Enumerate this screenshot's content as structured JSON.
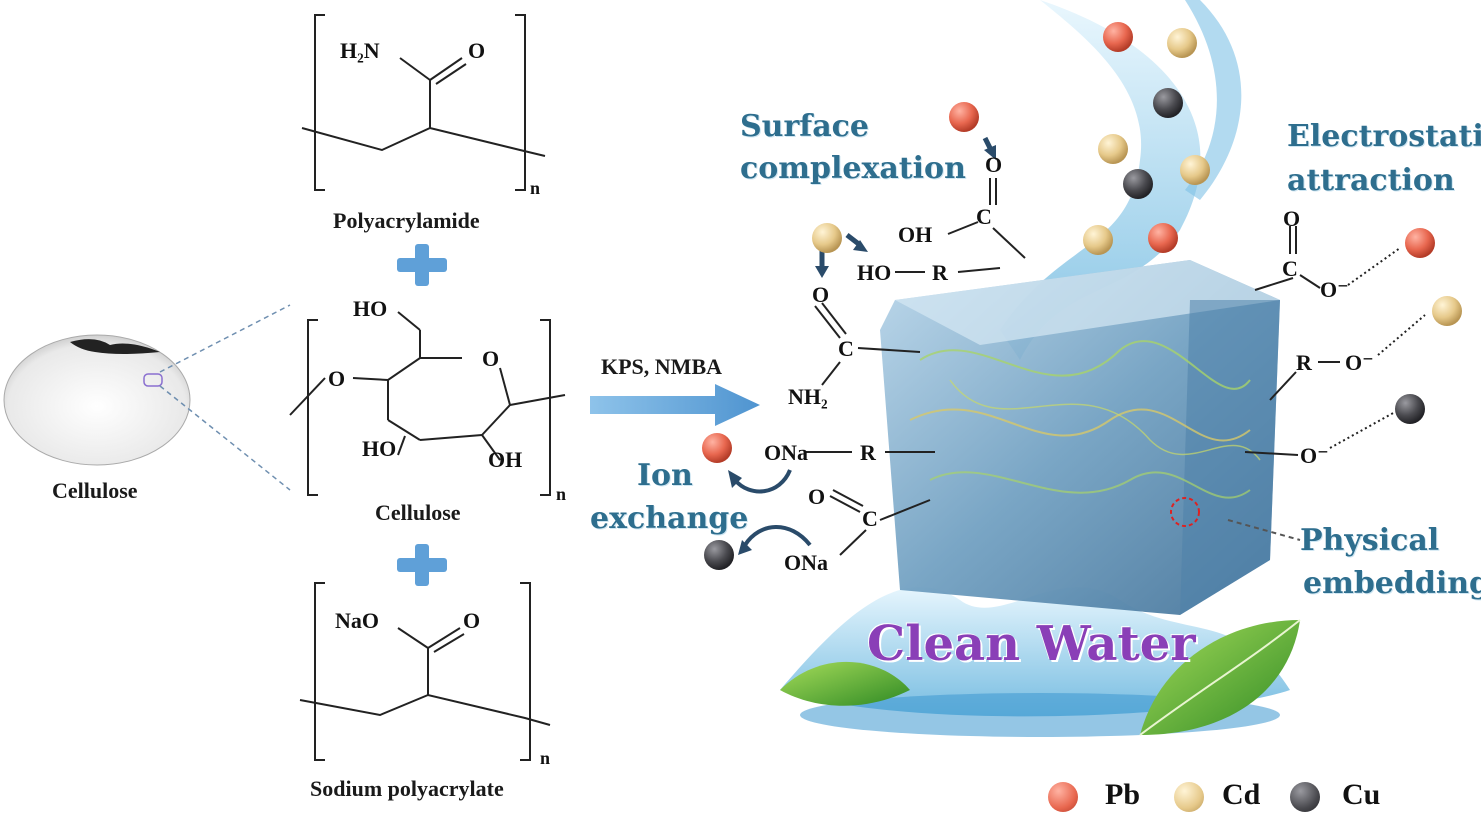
{
  "left_panel": {
    "photo_label": "Cellulose",
    "monomers": [
      {
        "name": "Polyacrylamide",
        "group_left": "H₂N",
        "group_right": "O",
        "subscript": "n"
      },
      {
        "name": "Cellulose",
        "labels": {
          "ho_top": "HO",
          "o_ring": "O",
          "o_left": "O",
          "ho_bottom": "HO",
          "oh_bottom": "OH"
        },
        "subscript": "n"
      },
      {
        "name": "Sodium polyacrylate",
        "group_left": "NaO",
        "group_right": "O",
        "subscript": "n"
      }
    ],
    "reaction_arrow_label": "KPS, NMBA"
  },
  "right_panel": {
    "mechanisms": {
      "surface_complexation": [
        "Surface",
        "complexation"
      ],
      "electrostatic_attraction": [
        "Electrostatic",
        "attraction"
      ],
      "ion_exchange": [
        "Ion",
        "exchange"
      ],
      "physical_embedding": [
        "Physical",
        "embedding"
      ]
    },
    "groups": {
      "oh": "OH",
      "c1": "C",
      "o1": "O",
      "ho_r": "HO",
      "r1": "R",
      "o_amide": "O",
      "c_amide": "C",
      "nh2": "NH₂",
      "ona1": "ONa",
      "r2": "R",
      "o_carb": "O",
      "c_carb": "C",
      "ona2": "ONa",
      "o_right": "O",
      "c_right": "C",
      "o_minus1": "O⁻",
      "r_right": "R",
      "o_minus2": "O⁻",
      "o_minus3": "O⁻"
    },
    "clean_water": "Clean Water",
    "legend": [
      {
        "label": "Pb",
        "color": "#e8674f"
      },
      {
        "label": "Cd",
        "color": "#e6c98a"
      },
      {
        "label": "Cu",
        "color": "#4a4a4f"
      }
    ]
  }
}
